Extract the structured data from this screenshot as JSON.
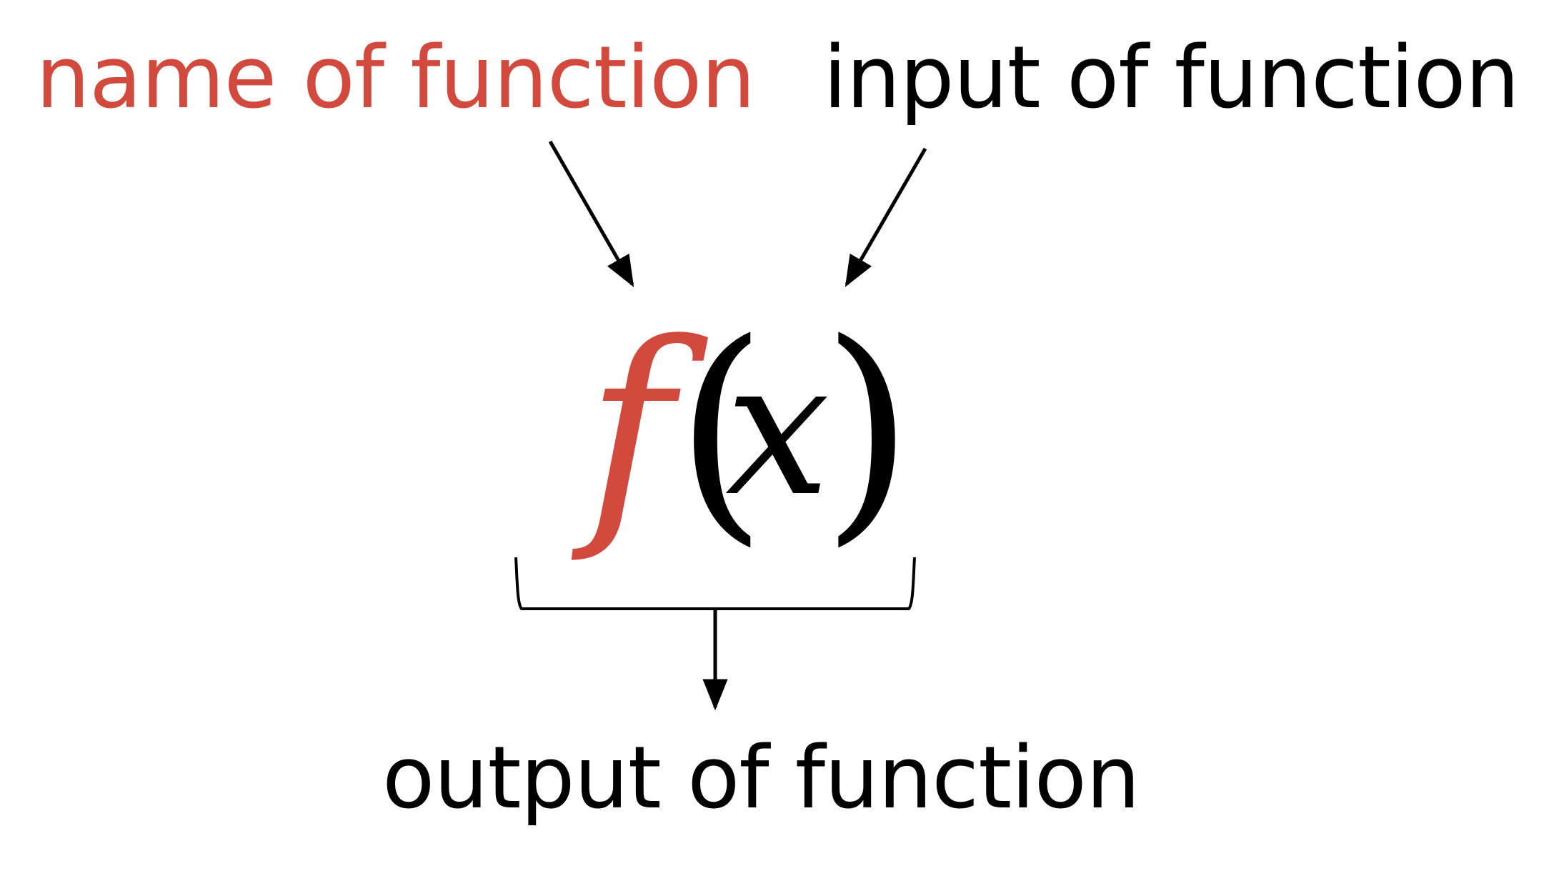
{
  "labels": {
    "name": "name of function",
    "input": "input of function",
    "output": "output of function"
  },
  "expression": {
    "function_name": "f",
    "open_paren": "(",
    "variable": "x",
    "close_paren": ")"
  },
  "colors": {
    "accent": "#d24a3e",
    "text": "#000000",
    "background": "#ffffff"
  }
}
